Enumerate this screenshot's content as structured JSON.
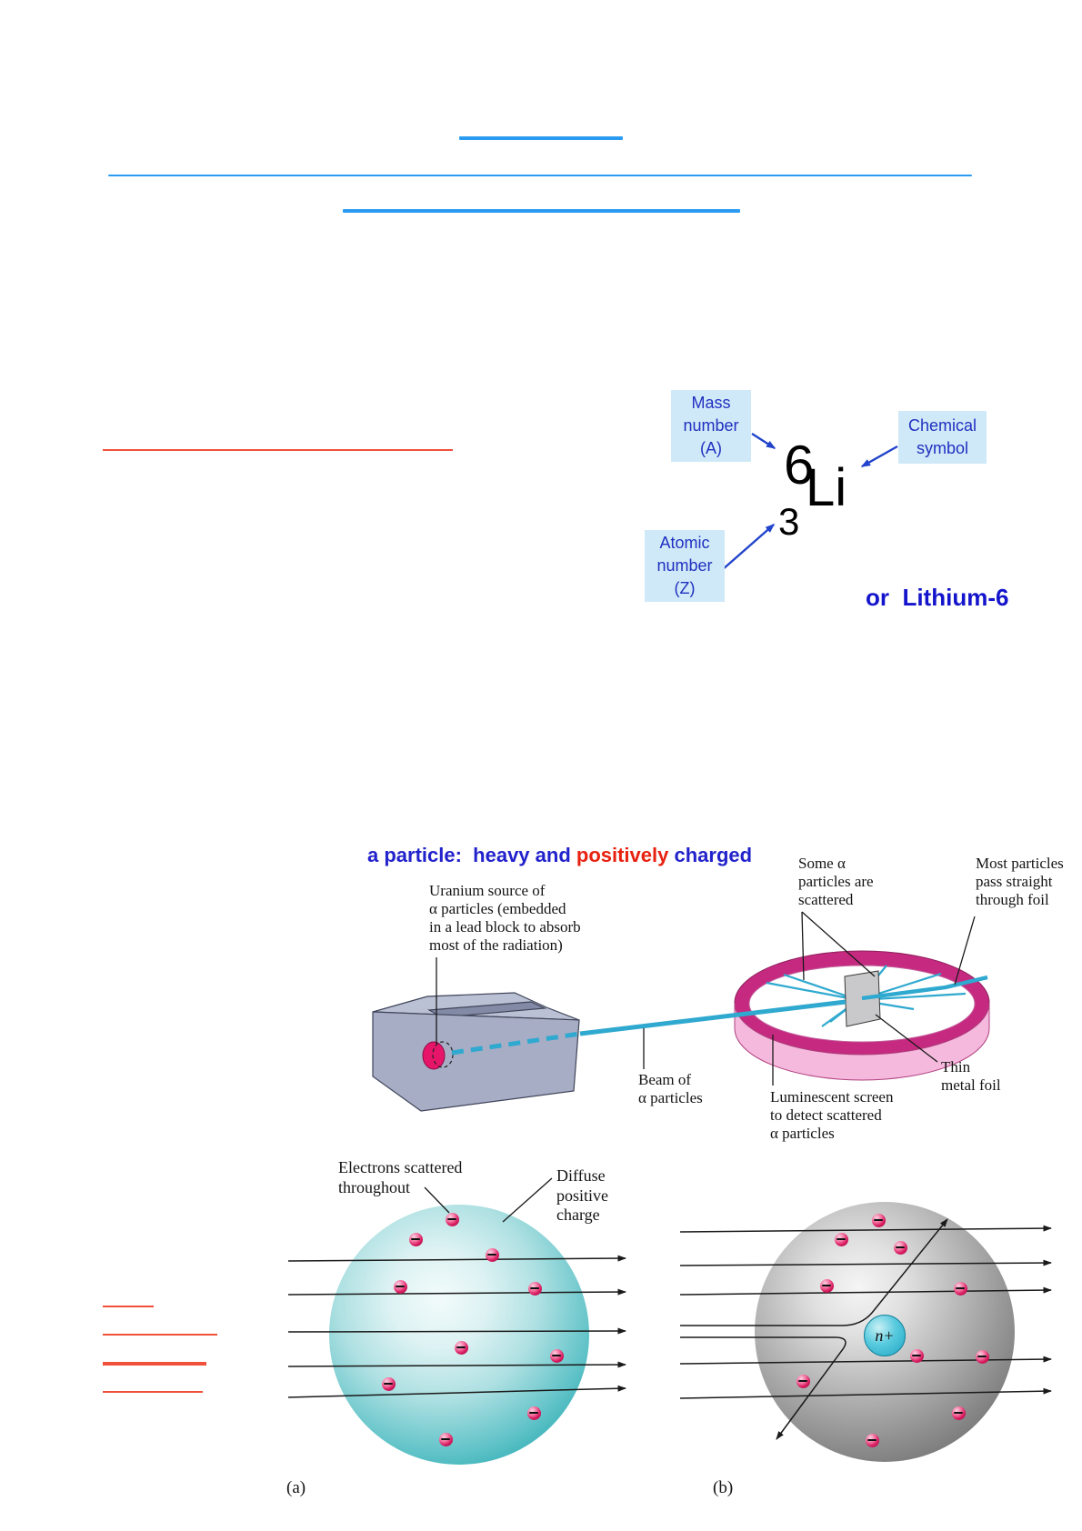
{
  "colors": {
    "blue-line": "#2b9bf2",
    "red-line": "#f1503a",
    "label-navy": "#2030c0",
    "label-box-bg": "#cfe9f8",
    "title-blue": "#2222cc",
    "title-red": "#e8210f",
    "lithium-blue": "#1414cc",
    "beam-teal": "#2fa9cf",
    "ring-magenta": "#c62a80",
    "ring-pink": "#f5b9dd",
    "source-crimson": "#e6156a",
    "foil-gray": "#c9c9cb",
    "block-front": "#a7adc5",
    "block-top": "#bbc1d5",
    "block-slot": "#838aa6",
    "electron-crimson": "#d81b60",
    "nucleus-cyan": "#1fa6c4",
    "sphere-teal": "#12949c",
    "sphere-gray": "#5d5d5d"
  },
  "isotope": {
    "mass_label": [
      "Mass",
      "number",
      "(A)"
    ],
    "chemical_label": [
      "Chemical",
      "symbol"
    ],
    "atomic_label": [
      "Atomic",
      "number",
      "(Z)"
    ],
    "mass_number": "6",
    "symbol": "Li",
    "atomic_number": "3",
    "alt_name": "or  Lithium-6"
  },
  "rutherford": {
    "title": [
      "a particle:  heavy and ",
      "positively",
      " charged"
    ],
    "uranium_source": [
      "Uranium source of",
      "α particles (embedded",
      "in a lead block to absorb",
      "most of the radiation)"
    ],
    "some_alpha": [
      "Some α",
      "particles are",
      "scattered"
    ],
    "most_particles": [
      "Most particles",
      "pass straight",
      "through foil"
    ],
    "beam": [
      "Beam of",
      "α particles"
    ],
    "luminescent": [
      "Luminescent screen",
      "to detect scattered",
      "α particles"
    ],
    "thin_foil": [
      "Thin",
      "metal foil"
    ]
  },
  "models": {
    "electrons_label": [
      "Electrons scattered",
      "throughout"
    ],
    "diffuse_label": [
      "Diffuse",
      "positive",
      "charge"
    ],
    "nucleus_label": "n+",
    "caption_a": "(a)",
    "caption_b": "(b)"
  }
}
